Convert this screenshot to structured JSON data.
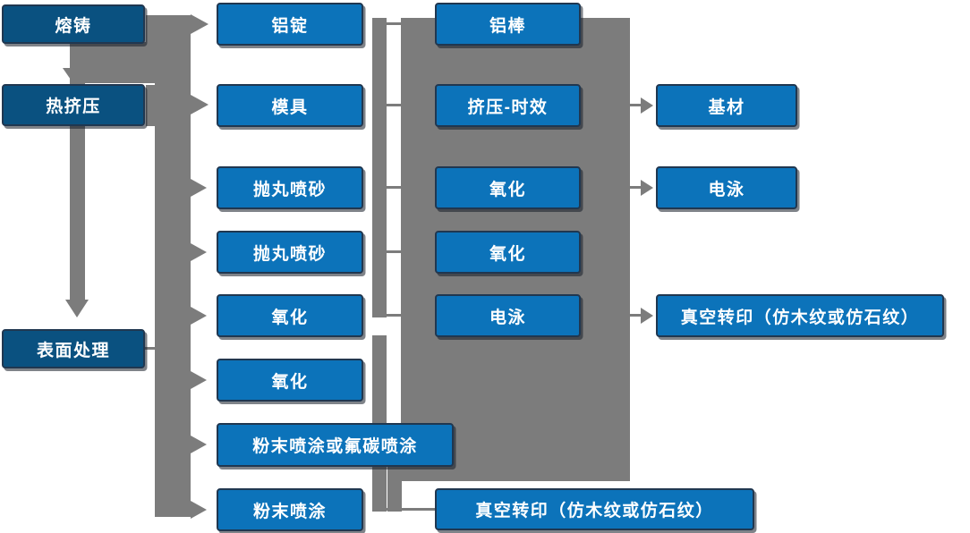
{
  "colors": {
    "node_blue": "#0C73BA",
    "node_dark_blue": "#0A5180",
    "connector_gray": "#7C7C7C",
    "node_border": "#203750",
    "label_text": "#FFFFFF"
  },
  "nodes": {
    "casting": "熔铸",
    "hot_extrusion": "热挤压",
    "surface_treatment": "表面处理",
    "aluminum_ingot": "铝锭",
    "mold": "模具",
    "shot_blasting_1": "抛丸喷砂",
    "shot_blasting_2": "抛丸喷砂",
    "oxidation_1": "氧化",
    "oxidation_2": "氧化",
    "powder_or_fluorocarbon_coating": "粉末喷涂或氟碳喷涂",
    "powder_coating": "粉末喷涂",
    "aluminum_rod": "铝棒",
    "extrusion_aging": "挤压-时效",
    "oxidation_3": "氧化",
    "oxidation_4": "氧化",
    "electrophoresis_1": "电泳",
    "vacuum_transfer_bottom": "真空转印（仿木纹或仿石纹）",
    "base_material": "基材",
    "electrophoresis_2": "电泳",
    "vacuum_transfer_right": "真空转印（仿木纹或仿石纹）"
  }
}
